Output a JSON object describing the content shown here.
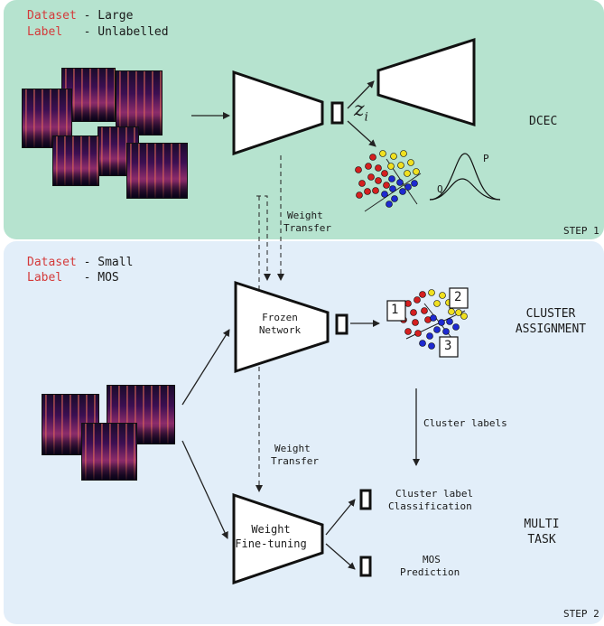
{
  "step1": {
    "dataset_key": "Dataset",
    "dataset_value": "- Large",
    "label_key": "Label",
    "label_value": "- Unlabelled",
    "latent_symbol": "z",
    "latent_subscript": "i",
    "model_name": "DCEC",
    "dist_p": "P",
    "dist_q": "Q",
    "step_label": "STEP 1"
  },
  "transfer": {
    "line1": "Weight",
    "line2": "Transfer"
  },
  "step2": {
    "dataset_key": "Dataset",
    "dataset_value": "- Small",
    "label_key": "Label",
    "label_value": "- MOS",
    "frozen_line1": "Frozen",
    "frozen_line2": "Network",
    "cluster_title_line1": "CLUSTER",
    "cluster_title_line2": "ASSIGNMENT",
    "cluster_ids": [
      "1",
      "2",
      "3"
    ],
    "cluster_labels_text": "Cluster labels",
    "transfer_line1": "Weight",
    "transfer_line2": "Transfer",
    "finetune_line1": "Weight",
    "finetune_line2": "Fine-tuning",
    "task1_line1": "Cluster label",
    "task1_line2": "Classification",
    "task2_line1": "MOS",
    "task2_line2": "Prediction",
    "multi_line1": "MULTI",
    "multi_line2": "TASK",
    "step_label": "STEP 2"
  },
  "colors": {
    "panel1_bg": "#b6e3cf",
    "panel2_bg": "#e2eef9",
    "key_red": "#d43a3a",
    "cluster_red": "#d42020",
    "cluster_yellow": "#f0e020",
    "cluster_blue": "#1e2ad0"
  }
}
